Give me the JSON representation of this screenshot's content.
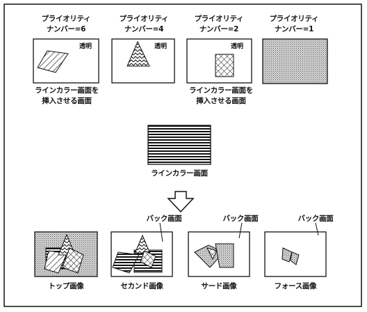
{
  "priority_panels": [
    {
      "line1": "プライオリティ",
      "line2": "ナンバー=6",
      "tag": "透明"
    },
    {
      "line1": "プライオリティ",
      "line2": "ナンバー=4",
      "tag": "透明"
    },
    {
      "line1": "プライオリティ",
      "line2": "ナンバー=2",
      "tag": "透明"
    },
    {
      "line1": "プライオリティ",
      "line2": "ナンバー=1",
      "tag": ""
    }
  ],
  "insert_caption": {
    "line1": "ラインカラー画面を",
    "line2": "挿入させる画面"
  },
  "line_color_caption": "ラインカラー画面",
  "back_screen_label": "バック画面",
  "result_captions": [
    "トップ画像",
    "セカンド画像",
    "サード画像",
    "フォース画像"
  ]
}
